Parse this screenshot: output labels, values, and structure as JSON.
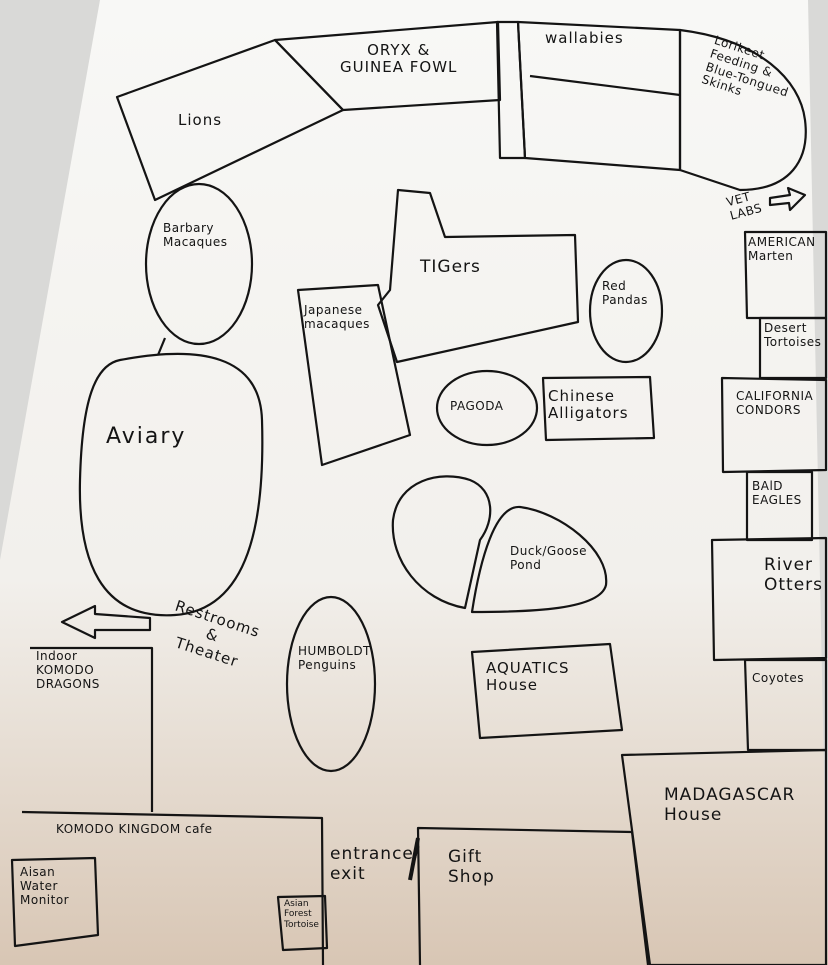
{
  "title": "Hand-drawn zoo map",
  "colors": {
    "paper": "#f7f7f5",
    "ink": "#141414",
    "background": "#d9d9d7"
  },
  "exhibits": {
    "lions": "Lions",
    "oryx": "ORYX &\nGUINEA FOWL",
    "wallabies": "wallabies",
    "lorikeet": "Lorikeet\nFeeding &\nBlue-Tongued\nSkinks",
    "vet_labs": "VET\nLABS",
    "barbary": "Barbary\nMacaques",
    "tigers": "TIGers",
    "red_pandas": "Red\nPandas",
    "american_marten": "AMERICAN\nMarten",
    "japanese_macaques": "Japanese\nmacaques",
    "desert_tortoises": "Desert\nTortoises",
    "pagoda": "PAGODA",
    "chinese_alligators": "Chinese\nAlligators",
    "california_condors": "CALIFORNIA\nCONDORS",
    "aviary": "Aviary",
    "bald_eagles": "BAlD\nEAGLES",
    "duck_goose_pond": "Duck/Goose\nPond",
    "river_otters": "River\nOtters",
    "restrooms_theater": "Restrooms\n&\nTheater",
    "komodo": "Indoor\nKOMODO\nDRAGONS",
    "humboldt": "HUMBOLDT\nPenguins",
    "aquatics": "AQUATICS\nHouse",
    "coyotes": "Coyotes",
    "madagascar": "MADAGASCAR\nHouse",
    "cafe": "KOMODO KINGDOM cafe",
    "entrance": "entrance/\nexit",
    "gift_shop": "Gift\nShop",
    "water_monitor": "Aisan\nWater\nMonitor",
    "forest_tortoise": "Asian\nForest\nTortoise"
  }
}
